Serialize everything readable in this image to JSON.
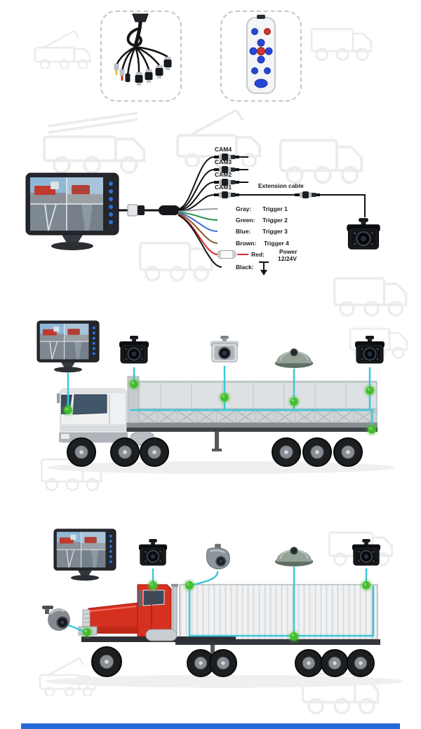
{
  "wiring_diagram": {
    "cam_ports": [
      {
        "label": "CAM4"
      },
      {
        "label": "CAM3"
      },
      {
        "label": "CAM2"
      },
      {
        "label": "CAM1"
      }
    ],
    "extension_label": "Extension cable",
    "wires": [
      {
        "name": "Gray:",
        "function": "Trigger 1"
      },
      {
        "name": "Green:",
        "function": "Trigger 2"
      },
      {
        "name": "Blue:",
        "function": "Trigger 3"
      },
      {
        "name": "Brown:",
        "function": "Trigger 4"
      },
      {
        "name": "Red:",
        "function": "Power",
        "function2": "12/24V"
      },
      {
        "name": "Black:",
        "function": ""
      }
    ]
  },
  "icons": {
    "cable_harness": "cable-harness-photo",
    "remote_control": "remote-control-photo",
    "monitor": "quad-view-monitor",
    "backup_camera": "backup-camera",
    "dome_camera": "dome-360-camera",
    "wedge_camera": "side-wedge-camera",
    "ball_camera": "side-ball-camera",
    "connector": "aviation-connector-pair",
    "fuse": "inline-fuse",
    "ground_arrow": "ground-symbol",
    "connection_dot": "green-connection-point"
  },
  "colors": {
    "accent_green": "#46bd2e",
    "cable_cyan": "#3bc8d8",
    "wire_gray": "#9aa0a4",
    "wire_green": "#1f9148",
    "wire_blue": "#3b6fd4",
    "wire_brown": "#8a5a2a",
    "wire_red": "#d42a2a",
    "wire_black": "#141414",
    "truck_red": "#d63020",
    "divider_blue": "#2668d8",
    "dashed_border": "#c6c6c6"
  }
}
